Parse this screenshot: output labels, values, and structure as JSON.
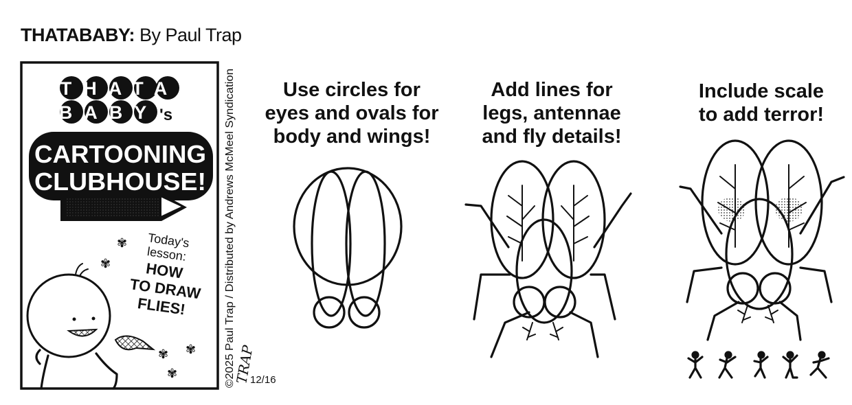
{
  "header": {
    "strip_name": "THATABABY:",
    "byline": "By Paul Trap"
  },
  "panel1": {
    "logo_line1": "THATA",
    "logo_line2": "BABY",
    "logo_possessive": "'s",
    "logo_line3": "CARTOONING",
    "logo_line4": "CLUBHOUSE!",
    "lesson_line1": "Today's",
    "lesson_line2": "lesson:",
    "lesson_line3": "HOW",
    "lesson_line4": "TO DRAW",
    "lesson_line5": "FLIES!"
  },
  "copyright": "©2025 Paul Trap / Distributed by Andrews McMeel Syndication",
  "signature": "TRAP",
  "date": "12/16",
  "panel2": {
    "caption": [
      "Use circles for",
      "eyes and ovals for",
      "body and wings!"
    ]
  },
  "panel3": {
    "caption": [
      "Add lines for",
      "legs, antennae",
      "and fly details!"
    ]
  },
  "panel4": {
    "caption": [
      "Include scale",
      "to add terror!"
    ]
  }
}
